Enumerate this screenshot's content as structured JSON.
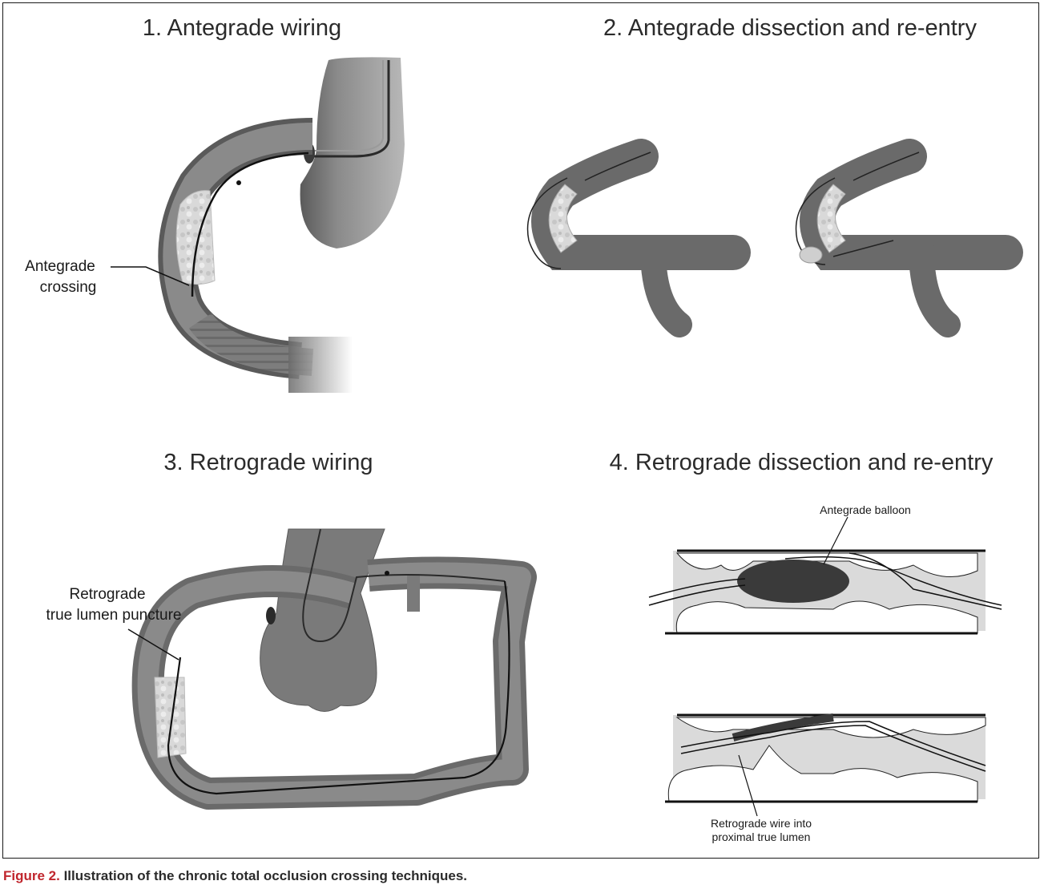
{
  "panels": [
    {
      "title": "1. Antegrade wiring",
      "labels": [
        "Antegrade",
        "crossing"
      ]
    },
    {
      "title": "2. Antegrade dissection and re-entry",
      "labels": []
    },
    {
      "title": "3. Retrograde wiring",
      "labels": [
        "Retrograde",
        "true lumen puncture"
      ]
    },
    {
      "title": "4. Retrograde dissection and re-entry",
      "labels": [
        "Antegrade balloon",
        "Retrograde wire into",
        "proximal true lumen"
      ]
    }
  ],
  "caption": {
    "figure_label": "Figure 2.",
    "text": " Illustration of the chronic total occlusion crossing techniques."
  },
  "colors": {
    "vessel": "#6e6e6e",
    "vessel_dark": "#4a4a4a",
    "plaque": "#d8d8d8",
    "balloon": "#3a3a3a",
    "figure_label": "#c0262d"
  }
}
